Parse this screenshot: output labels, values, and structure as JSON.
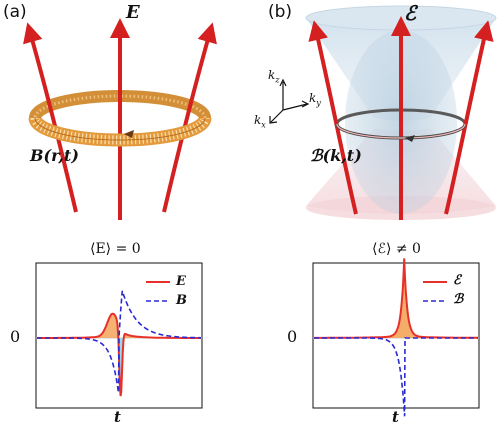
{
  "panel_a": {
    "tag": "(a)",
    "e_label": "E",
    "b_label": "B(r,t)",
    "plot_title": "⟨E⟩ = 0",
    "zero_label": "0",
    "x_label": "t",
    "legend": [
      {
        "name": "E",
        "color": "#e8302a",
        "style": "solid"
      },
      {
        "name": "B",
        "color": "#2a2ad0",
        "style": "dashed"
      }
    ]
  },
  "panel_b": {
    "tag": "(b)",
    "e_label": "ℰ",
    "b_label": "ℬ(k,t)",
    "axis_labels": {
      "kz": "k",
      "kz_sub": "z",
      "ky": "k",
      "ky_sub": "y",
      "kx": "k",
      "kx_sub": "x"
    },
    "plot_title": "⟨ℰ⟩ ≠ 0",
    "zero_label": "0",
    "x_label": "t",
    "legend": [
      {
        "name": "ℰ",
        "color": "#e8302a",
        "style": "solid"
      },
      {
        "name": "ℬ",
        "color": "#2a2ad0",
        "style": "dashed"
      }
    ]
  },
  "colors": {
    "arrow": "#d42020",
    "torus": "#e39a3c",
    "fill_orange": "#f4a55a",
    "fill_blue": "#8fd6ee",
    "line_blue": "#2a2ad0",
    "line_red": "#e8302a"
  }
}
